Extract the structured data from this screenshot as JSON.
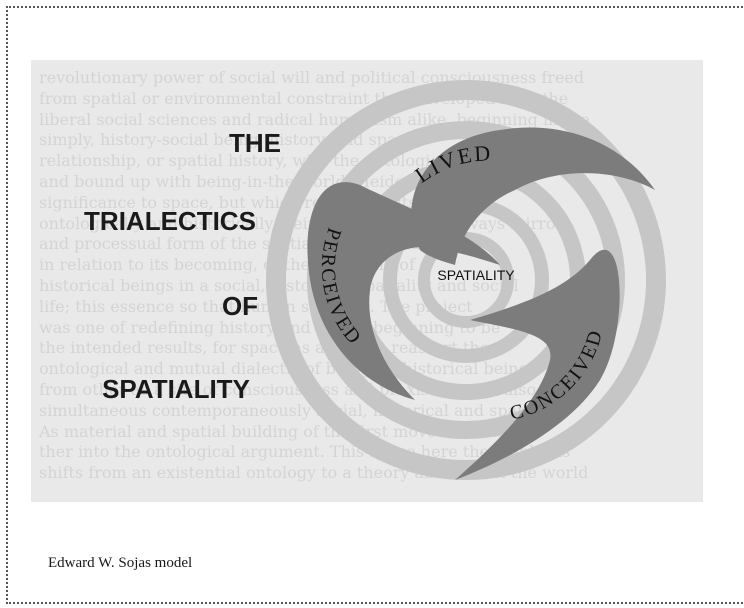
{
  "diagram": {
    "title_line1": "THE",
    "title_line2": "TRIALECTICS",
    "title_line3": "OF",
    "title_line4": "SPATIALITY",
    "center_label": "SPATIALITY",
    "arm_labels": {
      "lived": "LIVED",
      "perceived": "PERCEIVED",
      "conceived": "CONCEIVED"
    },
    "colors": {
      "arm_fill": "#7c7c7c",
      "ring_fill": "#c6c6c6",
      "background": "#e9e9e9",
      "text": "#111111"
    }
  },
  "background_text": {
    "lines": [
      "revolutionary power of social will and political consciousness freed",
      "from spatial or environmental constraint that enveloped both the",
      "liberal social sciences and radical humanism alike, beginning in the",
      "simply, history-social being, history, and space",
      "relationship, or spatial history, with the ontological historic",
      "and bound up with being-in-the-world. Heidegger's",
      "significance to space, but which resulted in its treating",
      "ontologically and historically. Being is shaped and always mirror",
      "and processual form of the spatiality, individually and",
      "in relation to its becoming, of the becoming of",
      "historical beings in a social, historical, spatiality and social",
      "life; this essence so that human sciences. The project",
      "was one of redefining history and is now beginning to be",
      "the intended results, for space as a thus to reassert the",
      "ontological and mutual dialectic of being, to historical being",
      "from other as a site of consciousness and praxis that are also",
      "simultaneous contemporaneously social, historical and spatial",
      "As material and spatial building of the first move is to fur-",
      "ther into the ontological argument. This space here the emphasis",
      "shifts from an existential ontology to a theory about what the world"
    ]
  },
  "caption": {
    "text": "Edward W. Sojas model"
  }
}
